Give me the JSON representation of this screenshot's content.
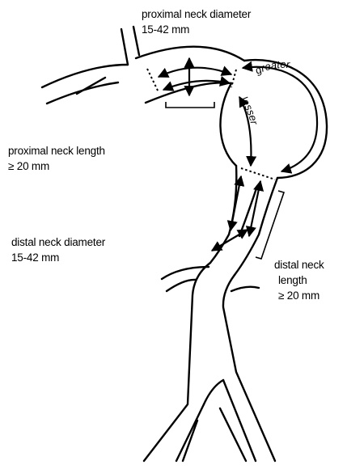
{
  "labels": {
    "proximal_neck_diameter": {
      "line1": "proximal neck diameter",
      "line2": "15-42 mm"
    },
    "proximal_neck_length": {
      "line1": "proximal neck length",
      "line2": "≥ 20 mm"
    },
    "distal_neck_diameter": {
      "line1": "distal neck diameter",
      "line2": "15-42 mm"
    },
    "distal_neck_length": {
      "line1": "distal neck",
      "line2": "length",
      "line3": "≥ 20 mm"
    },
    "greater_curvature": "greater",
    "lesser_curvature": "lesser"
  }
}
